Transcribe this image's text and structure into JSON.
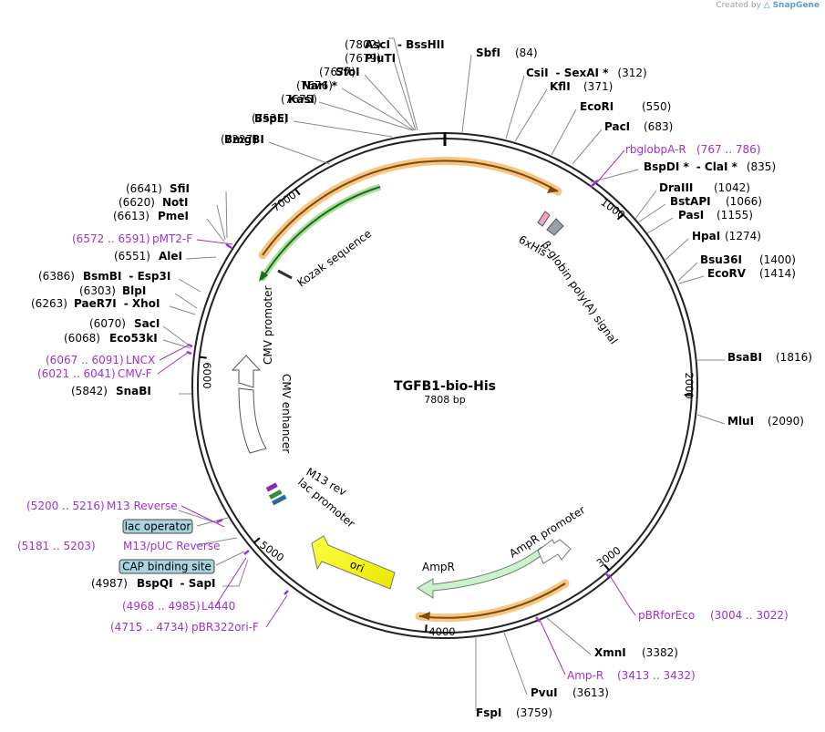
{
  "credit": {
    "prefix": "Created by",
    "brand": "SnapGene"
  },
  "plasmid": {
    "name": "TGFB1-bio-His",
    "size_label": "7808 bp",
    "length": 7808
  },
  "ticks": [
    "1000",
    "2000",
    "3000",
    "4000",
    "5000",
    "6000",
    "7000"
  ],
  "sites": [
    {
      "name": "AscI",
      "pos": "(7802)",
      "suffix": "- BssHII"
    },
    {
      "name": "PluTI",
      "pos": "(7679)"
    },
    {
      "name": "SfoI",
      "pos": "(7677)"
    },
    {
      "name": "NarI *",
      "pos": "(7676)"
    },
    {
      "name": "KasI",
      "pos": "(7675)"
    },
    {
      "name": "BspEI",
      "pos": "(7535)"
    },
    {
      "name": "BmgBI",
      "pos": "(7227)"
    },
    {
      "name": "SbfI",
      "pos": "(84)"
    },
    {
      "name": "CsiI",
      "pos": "(312)",
      "suffix": "- SexAI *"
    },
    {
      "name": "KflI",
      "pos": "(371)"
    },
    {
      "name": "EcoRI",
      "pos": "(550)"
    },
    {
      "name": "PacI",
      "pos": "(683)"
    },
    {
      "name": "BspDI *",
      "pos": "(835)",
      "suffix": "- ClaI *"
    },
    {
      "name": "DraIII",
      "pos": "(1042)"
    },
    {
      "name": "BstAPI",
      "pos": "(1066)"
    },
    {
      "name": "PasI",
      "pos": "(1155)"
    },
    {
      "name": "HpaI",
      "pos": "(1274)"
    },
    {
      "name": "Bsu36I",
      "pos": "(1400)"
    },
    {
      "name": "EcoRV",
      "pos": "(1414)"
    },
    {
      "name": "BsaBI",
      "pos": "(1816)"
    },
    {
      "name": "MluI",
      "pos": "(2090)"
    },
    {
      "name": "XmnI",
      "pos": "(3382)"
    },
    {
      "name": "PvuI",
      "pos": "(3613)"
    },
    {
      "name": "FspI",
      "pos": "(3759)"
    },
    {
      "name": "BspQI",
      "pos": "(4987)",
      "suffix": "- SapI"
    },
    {
      "name": "SnaBI",
      "pos": "(5842)"
    },
    {
      "name": "Eco53kI",
      "pos": "(6068)"
    },
    {
      "name": "SacI",
      "pos": "(6070)"
    },
    {
      "name": "PaeR7I",
      "pos": "(6263)",
      "suffix": "- XhoI"
    },
    {
      "name": "BlpI",
      "pos": "(6303)"
    },
    {
      "name": "BsmBI",
      "pos": "(6386)",
      "suffix": "- Esp3I"
    },
    {
      "name": "AleI",
      "pos": "(6551)"
    },
    {
      "name": "PmeI",
      "pos": "(6613)"
    },
    {
      "name": "NotI",
      "pos": "(6620)"
    },
    {
      "name": "SfiI",
      "pos": "(6641)"
    }
  ],
  "primers": [
    {
      "name": "rbglobpA-R",
      "range": "(767 .. 786)"
    },
    {
      "name": "pBRforEco",
      "range": "(3004 .. 3022)"
    },
    {
      "name": "Amp-R",
      "range": "(3413 .. 3432)"
    },
    {
      "name": "L4440",
      "range": "(4968 .. 4985)"
    },
    {
      "name": "pBR322ori-F",
      "range": "(4715 .. 4734)"
    },
    {
      "name": "M13 Reverse",
      "range": "(5200 .. 5216)"
    },
    {
      "name": "M13/pUC Reverse",
      "range": "(5181 .. 5203)"
    },
    {
      "name": "CMV-F",
      "range": "(6021 .. 6041)"
    },
    {
      "name": "LNCX",
      "range": "(6067 .. 6091)"
    },
    {
      "name": "pMT2-F",
      "range": "(6572 .. 6591)"
    }
  ],
  "boxed_features": [
    {
      "name": "lac operator"
    },
    {
      "name": "CAP binding site"
    }
  ],
  "features": [
    {
      "name": "6xHis"
    },
    {
      "name": "β-globin poly(A) signal"
    },
    {
      "name": "Kozak sequence"
    },
    {
      "name": "CMV promoter"
    },
    {
      "name": "CMV enhancer"
    },
    {
      "name": "M13 rev"
    },
    {
      "name": "lac promoter"
    },
    {
      "name": "ori"
    },
    {
      "name": "AmpR"
    },
    {
      "name": "AmpR promoter"
    }
  ],
  "colors": {
    "backbone": "#222222",
    "primer": "#a030d0",
    "orf_orange": "#f5a623",
    "orf_green": "#3aa03a",
    "ori_fill": "#ffff00",
    "ampr_fill": "#c8f5c8",
    "boxed_fill": "#a8d5dc"
  }
}
